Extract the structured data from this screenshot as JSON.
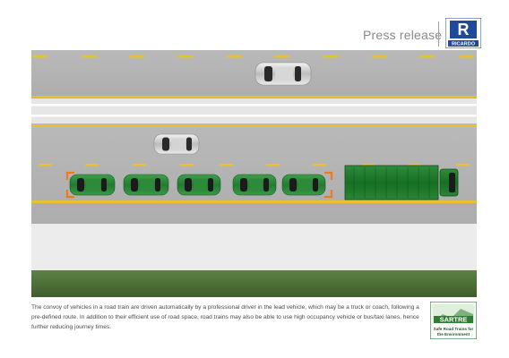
{
  "header": {
    "title": "Press release",
    "logo_text": "RICARDO",
    "logo_monogram": "R"
  },
  "caption": "The convoy of vehicles in a road train are driven automatically by a professional driver in the lead vehicle, which may be a truck or coach, following a pre-defined route. In addition to their efficient use of road space, road trains may also be able to use high occupancy vehicle or bus/taxi lanes, hence further reducing journey times.",
  "badge": {
    "name": "SARTRE",
    "tagline_line1": "Safe Road Trains for",
    "tagline_line2": "the Environment"
  },
  "colors": {
    "asphalt": "#b3b3b3",
    "median": "#e6e6e6",
    "grass": "#4c6e38",
    "lane_yellow": "#ebc12a",
    "convoy_green": "#2f8f3e",
    "truck_green": "#1f7a2e",
    "bracket_orange": "#f07a1a",
    "logo_blue": "#1f4a99",
    "badge_green": "#2f7d32"
  },
  "icons": [
    "ricardo-logo-icon",
    "sartre-badge-icon",
    "convoy-bracket-icon"
  ]
}
